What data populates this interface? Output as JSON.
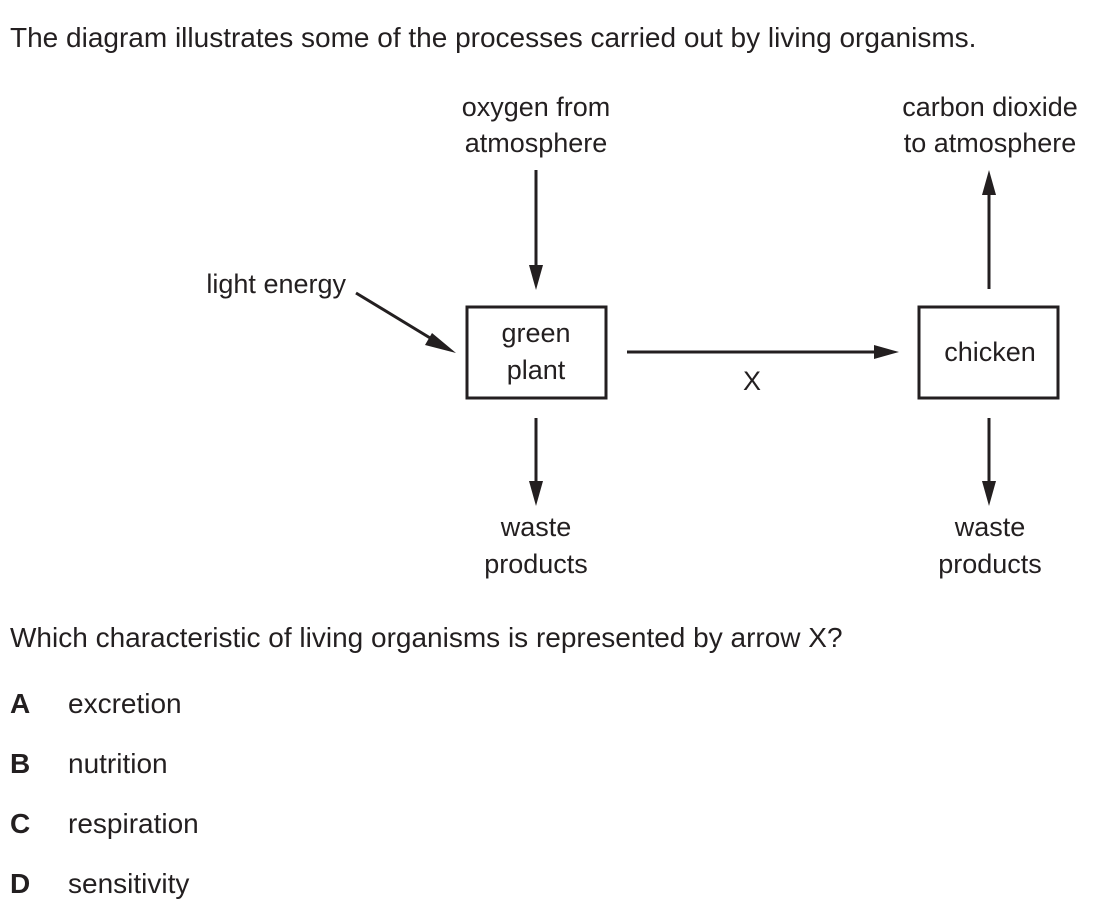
{
  "intro": "The diagram illustrates some of the processes carried out by living organisms.",
  "diagram": {
    "oxygen_line1": "oxygen from",
    "oxygen_line2": "atmosphere",
    "co2_line1": "carbon dioxide",
    "co2_line2": "to atmosphere",
    "light_energy": "light energy",
    "plant_line1": "green",
    "plant_line2": "plant",
    "chicken": "chicken",
    "arrow_x": "X",
    "plant_waste_line1": "waste",
    "plant_waste_line2": "products",
    "chicken_waste_line1": "waste",
    "chicken_waste_line2": "products"
  },
  "question": "Which characteristic of living organisms is represented by arrow X?",
  "options": [
    {
      "letter": "A",
      "text": "excretion"
    },
    {
      "letter": "B",
      "text": "nutrition"
    },
    {
      "letter": "C",
      "text": "respiration"
    },
    {
      "letter": "D",
      "text": "sensitivity"
    }
  ]
}
